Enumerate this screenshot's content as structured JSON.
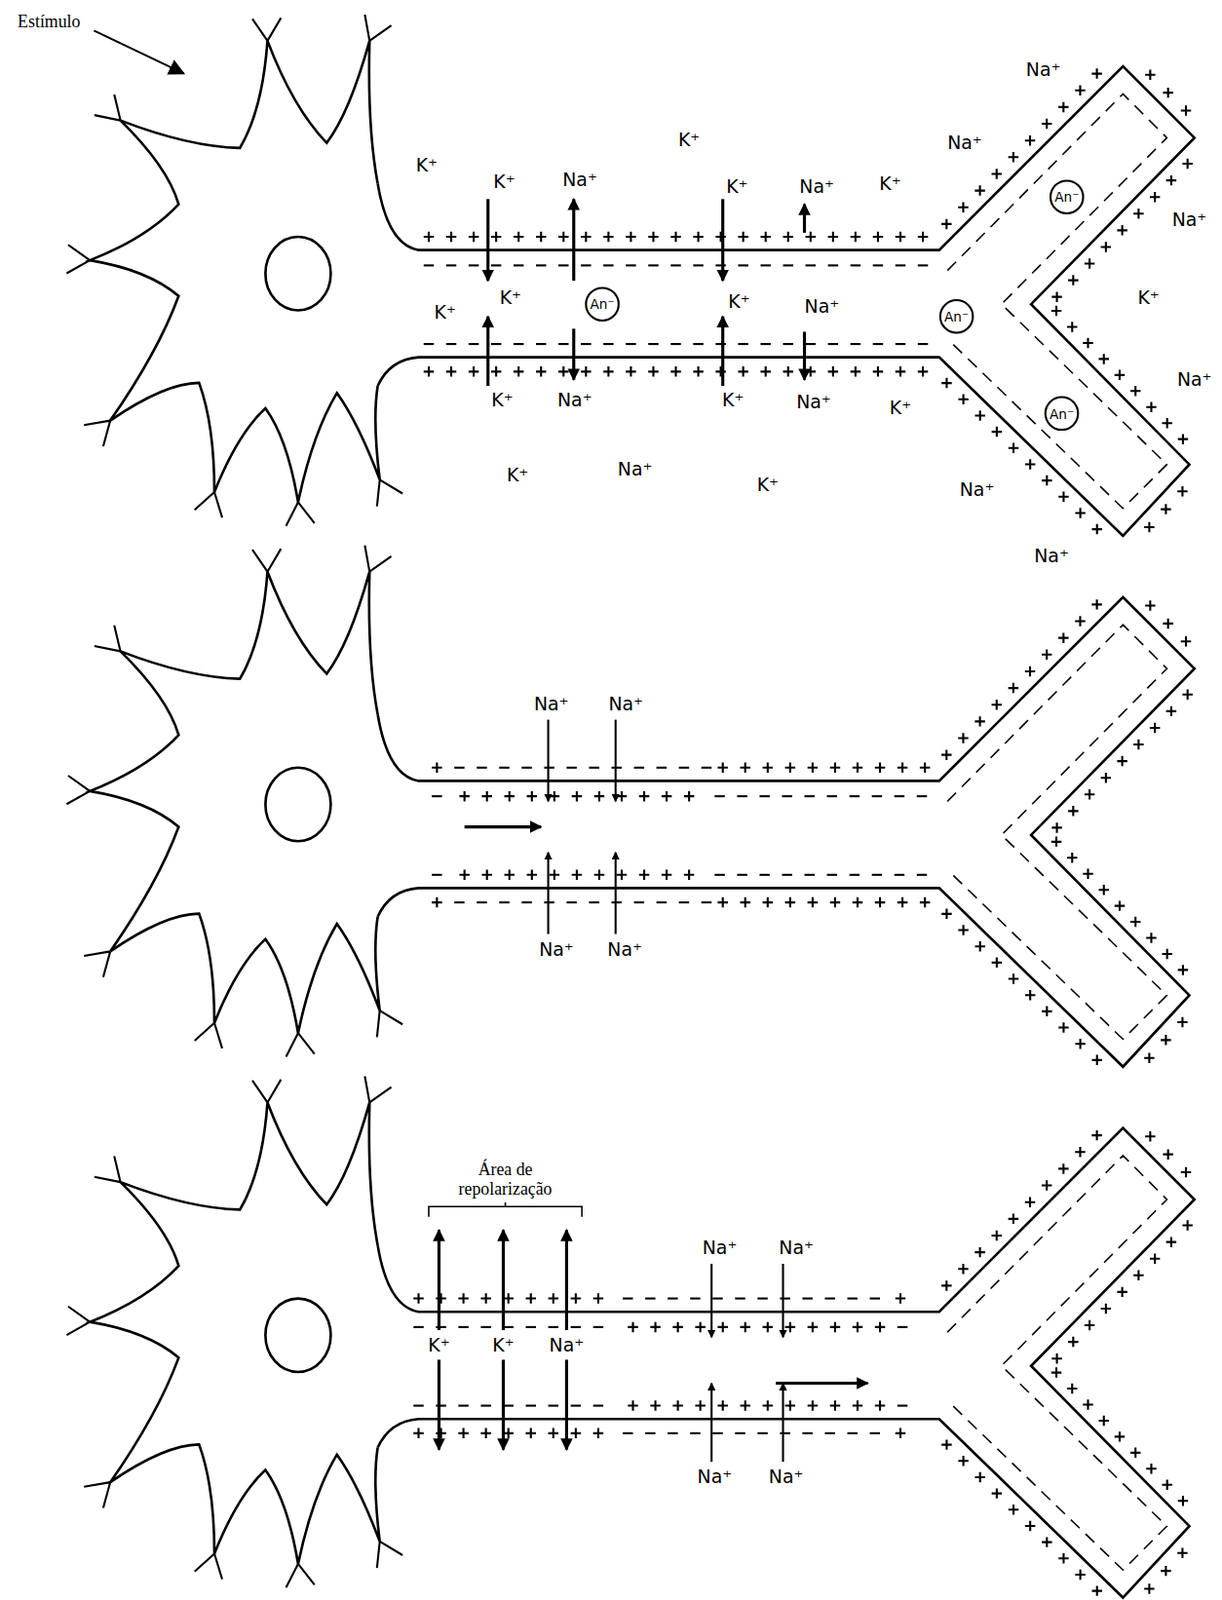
{
  "diagram": {
    "nodes": [
      {
        "text": [
          "An⁻"
        ]
      },
      {
        "text": [
          "An⁻"
        ]
      },
      {
        "text": [
          "An⁻"
        ]
      },
      {
        "text": [
          "An⁻"
        ]
      }
    ],
    "labels": [
      "Estímulo",
      "K⁺",
      "K⁺",
      "Na⁺",
      "K⁺",
      "K⁺",
      "Na⁺",
      "K⁺",
      "Na⁺",
      "Na⁺",
      "Na⁺",
      "K⁺",
      "Na⁺",
      "Na⁺",
      "Na⁺",
      "K⁺",
      "K⁺",
      "K⁺",
      "Na⁺",
      "K⁺",
      "Na⁺",
      "K⁺",
      "Na⁺",
      "K⁺",
      "K⁺",
      "Na⁺",
      "K⁺",
      "Na⁺",
      "Na⁺",
      "Na⁺",
      "Na⁺",
      "Área de repolarização",
      "Na⁺",
      "Na⁺",
      "K⁺",
      "K⁺",
      "Na⁺",
      "Na⁺",
      "Na⁺"
    ]
  }
}
